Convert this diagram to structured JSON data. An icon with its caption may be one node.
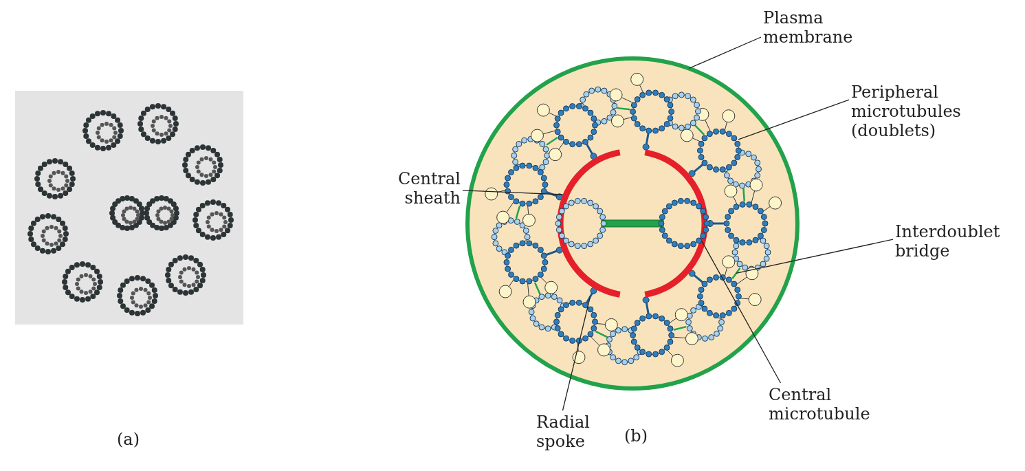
{
  "diagram": {
    "nodes": [
      {
        "text": [
          "Plasma membrane"
        ]
      },
      {
        "text": [
          "Peripheral microtubules (doublets)"
        ]
      },
      {
        "text": [
          "Central sheath"
        ]
      },
      {
        "text": [
          "Interdoublet bridge"
        ]
      },
      {
        "text": [
          "Radial spoke"
        ]
      },
      {
        "text": [
          "Central microtubule"
        ]
      }
    ],
    "edges": [
      {
        "from": 0,
        "to": null,
        "arrow": "none"
      },
      {
        "from": 1,
        "to": null,
        "arrow": "none"
      },
      {
        "from": 2,
        "to": null,
        "arrow": "none"
      },
      {
        "from": 3,
        "to": null,
        "arrow": "none"
      },
      {
        "from": 4,
        "to": null,
        "arrow": "none"
      },
      {
        "from": 5,
        "to": null,
        "arrow": "none"
      }
    ],
    "labels": [
      "(a)",
      "(b)"
    ]
  }
}
